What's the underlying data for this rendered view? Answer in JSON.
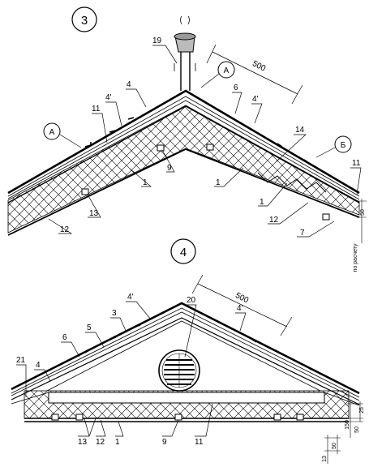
{
  "detail_3": {
    "number": "3",
    "dimension": "500",
    "refs": {
      "a1": "А",
      "a2": "А",
      "b": "Б"
    },
    "labels": {
      "vent": "19",
      "l4a": "4",
      "l4p1": "4'",
      "l6": "6",
      "l4p2": "4'",
      "l11a": "11",
      "l11b": "11",
      "l14": "14",
      "l9": "9",
      "l1a": "1",
      "l1b": "1",
      "l1c": "1",
      "l12a": "12",
      "l12b": "12",
      "l13": "13",
      "l7": "7"
    },
    "dim_side": "по расчету",
    "dim_50": "50"
  },
  "detail_4": {
    "number": "4",
    "dimension": "500",
    "labels": {
      "l4p1": "4'",
      "l20": "20",
      "l3": "3",
      "l5": "5",
      "l6": "6",
      "l4": "4",
      "l21": "21",
      "l4p2": "4'",
      "l13": "13",
      "l12": "12",
      "l1": "1",
      "l9": "9",
      "l11": "11"
    },
    "dims": {
      "d25": "25",
      "d150": "150",
      "d50a": "50",
      "d50b": "50",
      "d13": "13"
    }
  }
}
